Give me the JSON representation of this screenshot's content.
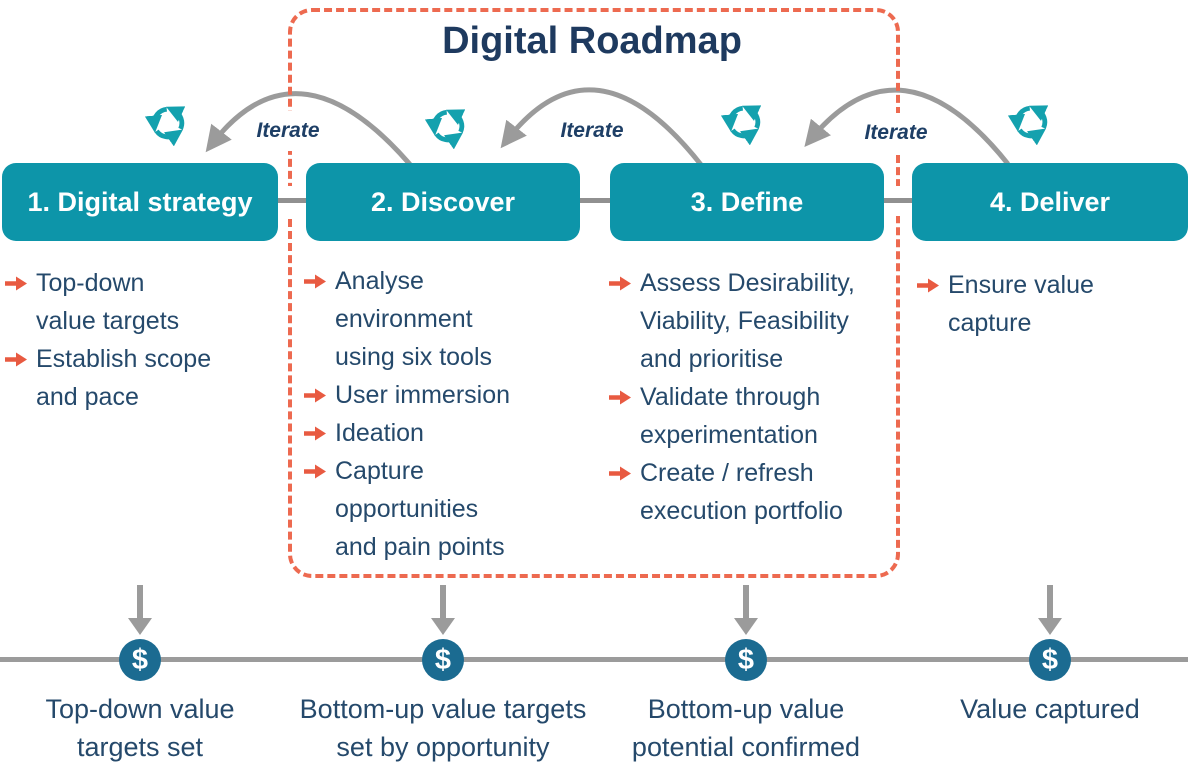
{
  "title": "Digital Roadmap",
  "iterate": {
    "label": "Iterate"
  },
  "stages": [
    {
      "name": "1. Digital strategy",
      "bullets": [
        "Top-down\nvalue targets",
        "Establish scope\nand pace"
      ],
      "milestone": "Top-down value\ntargets set"
    },
    {
      "name": "2. Discover",
      "bullets": [
        "Analyse\nenvironment\nusing six tools",
        "User immersion",
        "Ideation",
        "Capture\nopportunities\nand pain points"
      ],
      "milestone": "Bottom-up value targets\nset by opportunity"
    },
    {
      "name": "3. Define",
      "bullets": [
        "Assess Desirability,\nViability, Feasibility\nand prioritise",
        "Validate through\nexperimentation",
        "Create / refresh\nexecution portfolio"
      ],
      "milestone": "Bottom-up value\npotential confirmed"
    },
    {
      "name": "4. Deliver",
      "bullets": [
        "Ensure value\ncapture"
      ],
      "milestone": "Value captured"
    }
  ],
  "icons": {
    "cycle": "iterate-cycle-icon",
    "bullet": "arrow-right-icon",
    "down_arrow": "arrow-down-icon",
    "dollar": "$"
  },
  "colors": {
    "stage_teal": "#0d95a9",
    "icon_teal": "#14a1ae",
    "navy_text": "#25496b",
    "title_navy": "#1e3a5f",
    "coral": "#ed6a50",
    "gray": "#9b9b9b",
    "dollar_blue": "#1b6b91"
  }
}
